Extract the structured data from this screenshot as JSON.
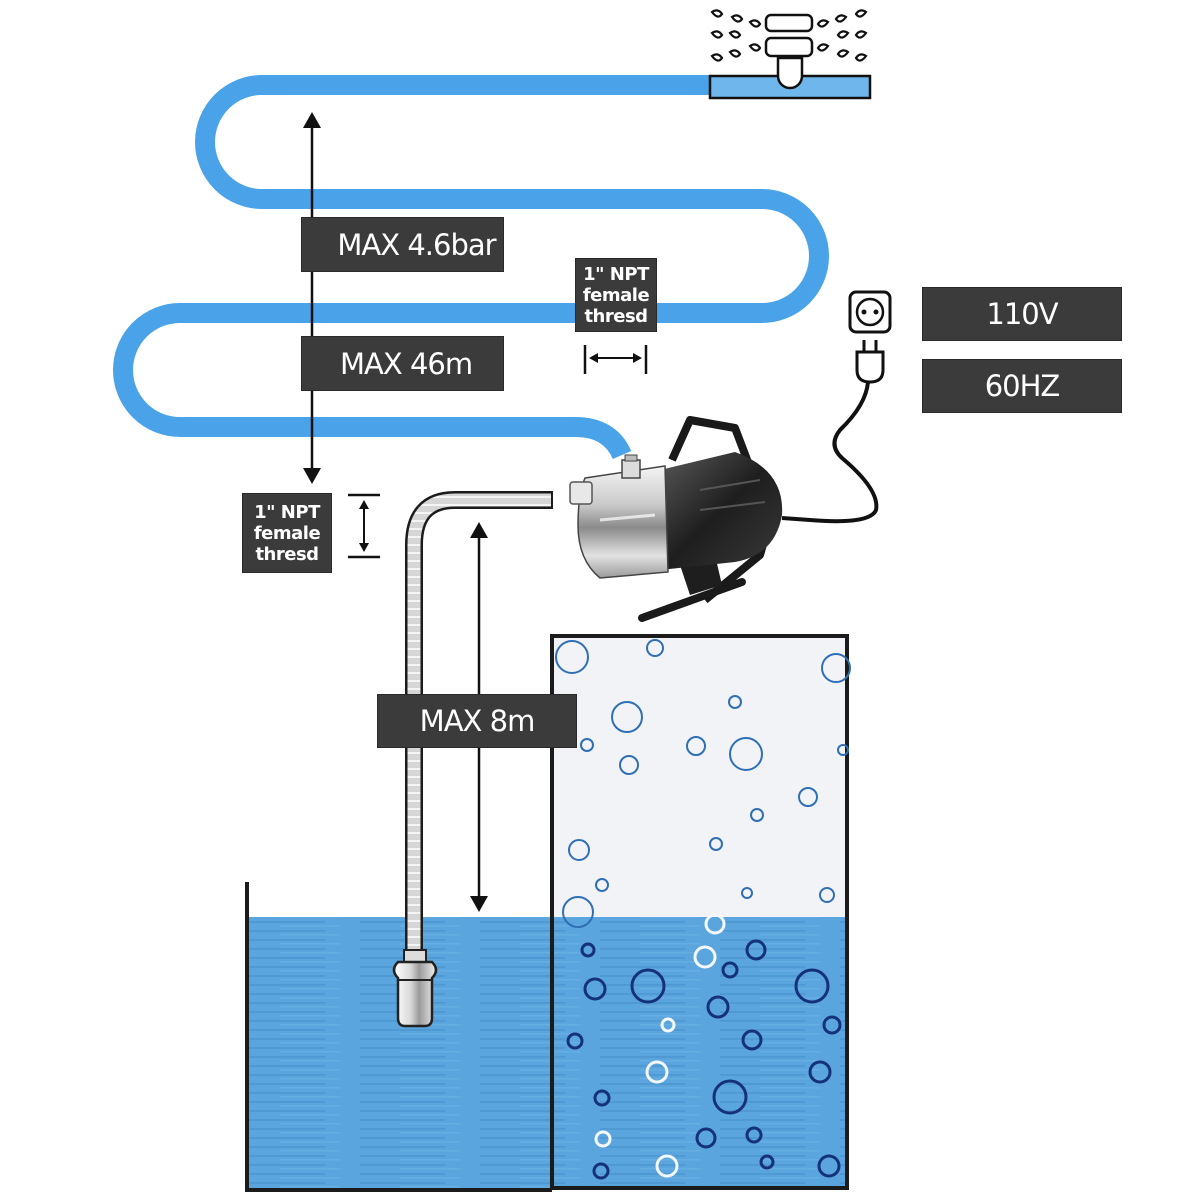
{
  "title": "Shallow well jet pump installation diagram",
  "colors": {
    "hose_blue": "#4aa3e8",
    "water_blue": "#5aa5dd",
    "label_bg": "#3b3b3b",
    "label_text": "#ffffff",
    "tank_air": "#f2f3f6",
    "bubble_dark": "#14317a",
    "bubble_light": "#2f6fb5"
  },
  "labels": {
    "max_pressure": "MAX 4.6bar",
    "max_head": "MAX 46m",
    "max_suction": "MAX 8m",
    "outlet_thread": [
      "1\" NPT",
      "female",
      "thresd"
    ],
    "inlet_thread": [
      "1\" NPT",
      "female",
      "thresd"
    ],
    "voltage": "110V",
    "frequency": "60HZ"
  },
  "icons": {
    "sprinkler": "sprinkler-icon",
    "outlet": "power-outlet-icon",
    "plug": "power-plug-icon",
    "pump": "jet-pump-icon",
    "foot_valve": "foot-valve-icon"
  }
}
